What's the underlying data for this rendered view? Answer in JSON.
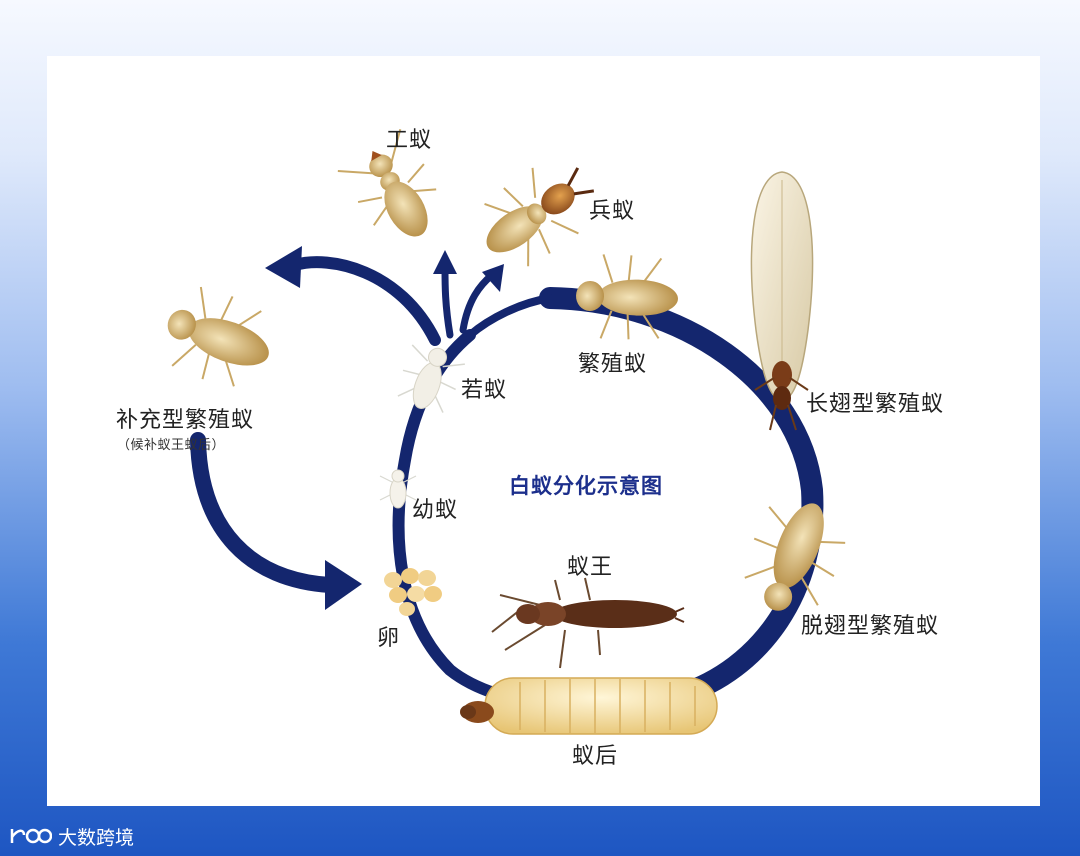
{
  "diagram": {
    "title": "白蚁分化示意图",
    "labels": {
      "worker": "工蚁",
      "soldier": "兵蚁",
      "reproductive": "繁殖蚁",
      "nymph": "若蚁",
      "larva": "幼蚁",
      "egg": "卵",
      "king": "蚁王",
      "queen": "蚁后",
      "winged_reproductive": "长翅型繁殖蚁",
      "dealate_reproductive": "脱翅型繁殖蚁",
      "supplementary_reproductive": "补充型繁殖蚁",
      "supplementary_note": "（候补蚁王蚁后）"
    },
    "colors": {
      "arrow": "#14266e",
      "insect_body": "#d9b66e",
      "insect_dark": "#8a4a1c"
    }
  },
  "footer": {
    "brand": "大数跨境",
    "logo_icon": "brand-logo-icon"
  }
}
